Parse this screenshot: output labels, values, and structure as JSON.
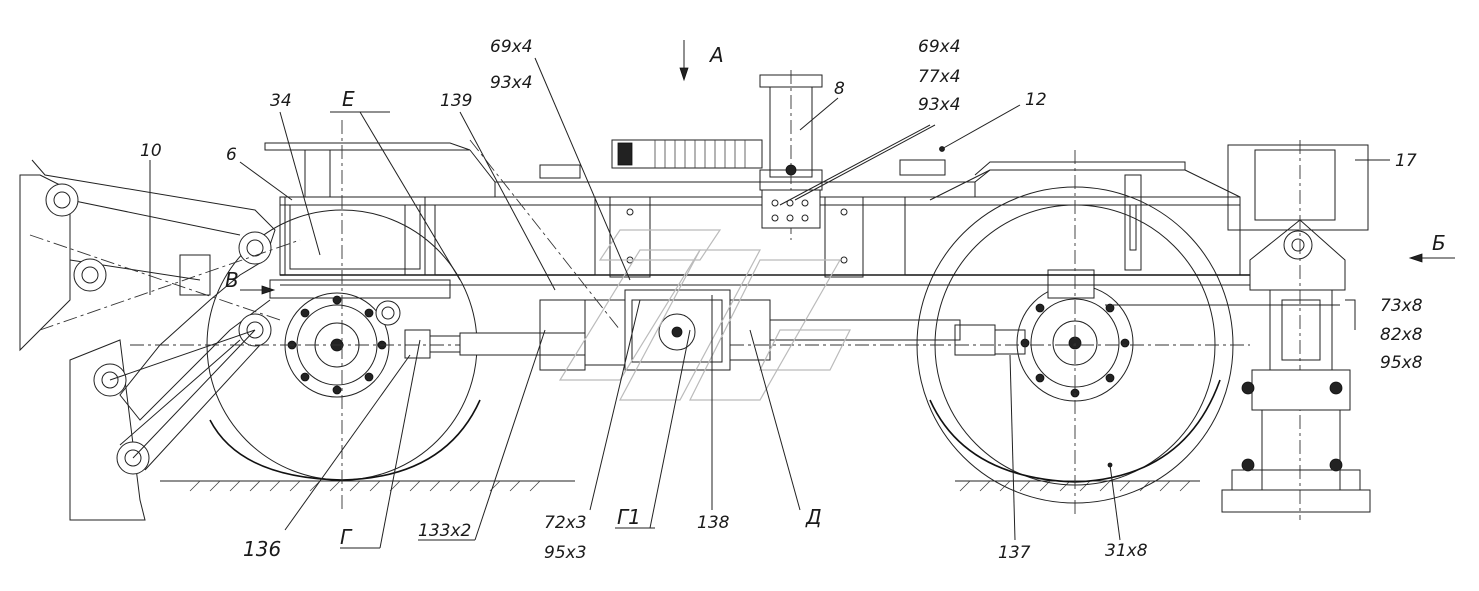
{
  "labels": {
    "view_a": "А",
    "view_b_right": "Б",
    "view_v": "В",
    "section_e": "Е",
    "section_g": "Г",
    "section_g1": "Г1",
    "section_d": "Д",
    "p_69x4_93x4_a": "69х4",
    "p_69x4_93x4_b": "93х4",
    "p_69x4_77_93_a": "69х4",
    "p_69x4_77_93_b": "77х4",
    "p_69x4_77_93_c": "93х4",
    "p_139": "139",
    "p_34": "34",
    "p_6": "6",
    "p_10": "10",
    "p_8": "8",
    "p_12": "12",
    "p_17": "17",
    "p_73x8": "73х8",
    "p_82x8": "82х8",
    "p_95x8": "95х8",
    "p_136": "136",
    "p_133x2": "133х2",
    "p_72x3": "72х3",
    "p_95x3": "95х3",
    "p_138": "138",
    "p_137": "137",
    "p_31x8": "31х8"
  }
}
